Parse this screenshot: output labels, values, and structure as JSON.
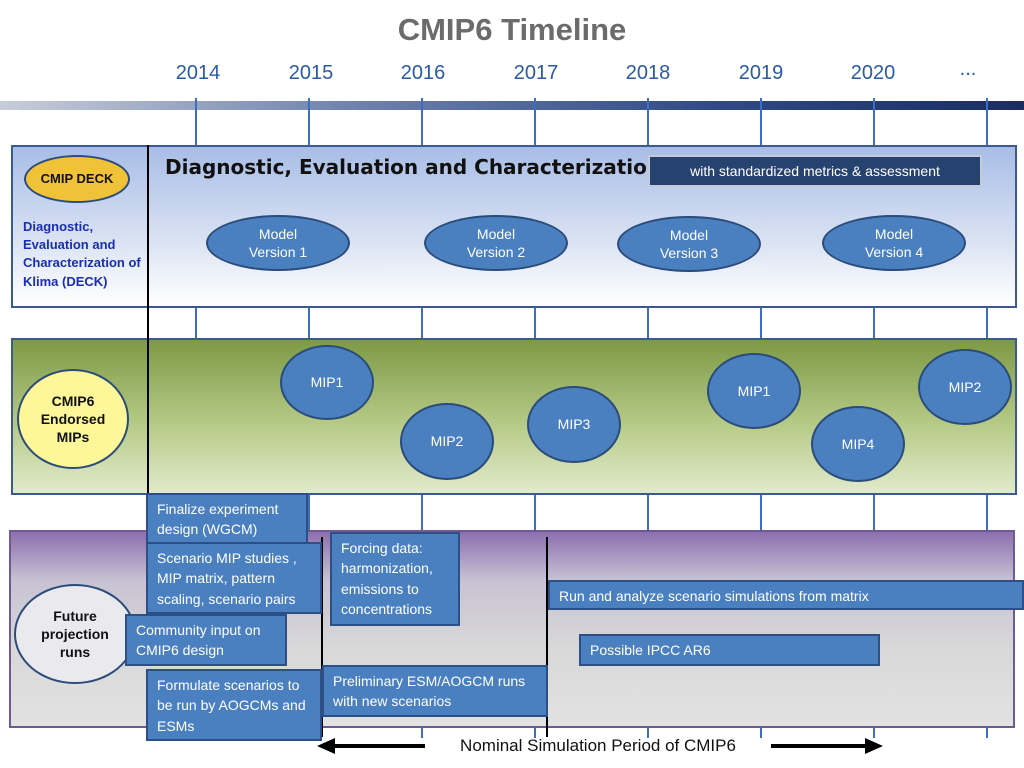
{
  "title": "CMIP6 Timeline",
  "years": [
    "2014",
    "2015",
    "2016",
    "2017",
    "2018",
    "2019",
    "2020",
    "..."
  ],
  "deck": {
    "badge": "CMIP DECK",
    "side_label": "Diagnostic, Evaluation and Characterization of Klima (DECK)",
    "heading": "Diagnostic, Evaluation and Characterization",
    "metrics_box": "with standardized metrics & assessment",
    "models": [
      "Model Version 1",
      "Model Version 2",
      "Model Version 3",
      "Model Version 4"
    ]
  },
  "mips": {
    "badge": "CMIP6 Endorsed MIPs",
    "items": [
      "MIP1",
      "MIP2",
      "MIP3",
      "MIP1",
      "MIP4",
      "MIP2"
    ]
  },
  "future": {
    "badge": "Future projection runs",
    "boxes": [
      "Finalize experiment design (WGCM)",
      "Scenario MIP studies , MIP matrix, pattern scaling, scenario pairs",
      "Forcing data: harmonization, emissions to concentrations",
      "Run and analyze scenario simulations from matrix",
      "Community input on CMIP6 design",
      "Possible IPCC AR6",
      "Formulate scenarios to be run by AOGCMs and ESMs",
      "Preliminary ESM/AOGCM runs with new scenarios"
    ],
    "period_label": "Nominal Simulation Period of CMIP6"
  },
  "colors": {
    "year_text": "#2a5aa6",
    "box_fill": "#4a7fc0",
    "deck_badge": "#f0c238",
    "mips_badge": "#fdf79a",
    "future_badge": "#e9e9ee"
  }
}
